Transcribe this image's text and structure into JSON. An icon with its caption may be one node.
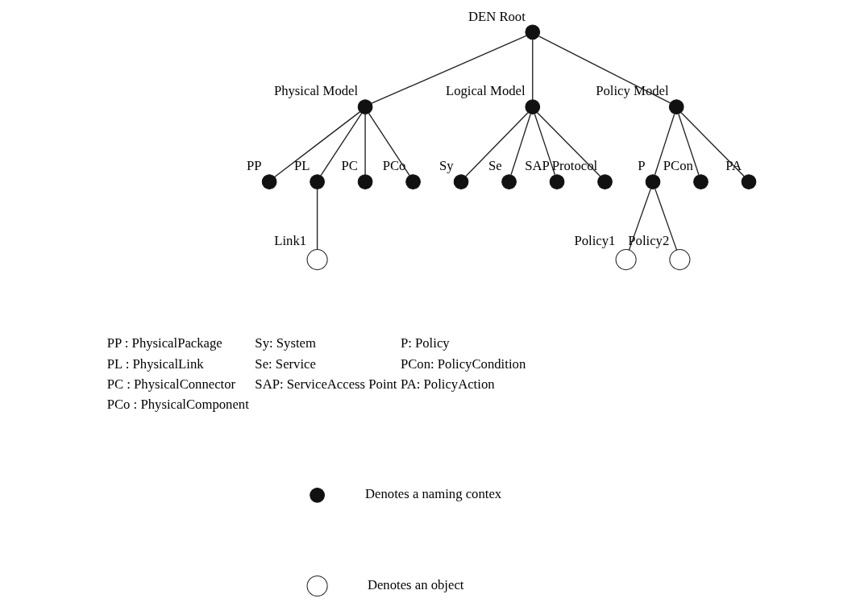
{
  "diagram": {
    "nodes": [
      {
        "text": [],
        "shape": "circle",
        "beside": [
          "DEN Root"
        ]
      },
      {
        "text": [],
        "shape": "circle",
        "beside": [
          "Physical Model"
        ]
      },
      {
        "text": [],
        "shape": "circle",
        "beside": [
          "Logical Model"
        ]
      },
      {
        "text": [],
        "shape": "circle",
        "beside": [
          "Policy Model"
        ]
      },
      {
        "text": [],
        "shape": "circle",
        "beside": [
          "PP"
        ]
      },
      {
        "text": [],
        "shape": "circle",
        "beside": [
          "PL"
        ]
      },
      {
        "text": [],
        "shape": "circle",
        "beside": [
          "PC"
        ]
      },
      {
        "text": [],
        "shape": "circle",
        "beside": [
          "PCo"
        ]
      },
      {
        "text": [],
        "shape": "circle",
        "beside": [
          "Sy"
        ]
      },
      {
        "text": [],
        "shape": "circle",
        "beside": [
          "Se"
        ]
      },
      {
        "text": [],
        "shape": "circle",
        "beside": [
          "SAP"
        ]
      },
      {
        "text": [],
        "shape": "circle",
        "beside": [
          "Protocol"
        ]
      },
      {
        "text": [],
        "shape": "circle",
        "beside": [
          "P"
        ]
      },
      {
        "text": [],
        "shape": "circle",
        "beside": [
          "PCon"
        ]
      },
      {
        "text": [],
        "shape": "circle",
        "beside": [
          "PA"
        ]
      },
      {
        "text": [],
        "shape": "circle",
        "beside": [
          "Link1"
        ]
      },
      {
        "text": [],
        "shape": "circle",
        "beside": [
          "Policy1"
        ]
      },
      {
        "text": [],
        "shape": "circle",
        "beside": [
          "Policy2"
        ]
      },
      {
        "text": [],
        "shape": "circle"
      },
      {
        "text": [],
        "shape": "circle"
      }
    ],
    "edges": [
      {
        "from": 0,
        "to": 1,
        "arrow": "none"
      },
      {
        "from": 0,
        "to": 2,
        "arrow": "none"
      },
      {
        "from": 0,
        "to": 3,
        "arrow": "none"
      },
      {
        "from": 1,
        "to": 4,
        "arrow": "none"
      },
      {
        "from": 1,
        "to": 5,
        "arrow": "none"
      },
      {
        "from": 1,
        "to": 6,
        "arrow": "none"
      },
      {
        "from": 1,
        "to": 7,
        "arrow": "none"
      },
      {
        "from": 2,
        "to": 8,
        "arrow": "none"
      },
      {
        "from": 2,
        "to": 9,
        "arrow": "none"
      },
      {
        "from": 2,
        "to": 10,
        "arrow": "none"
      },
      {
        "from": 2,
        "to": 11,
        "arrow": "none"
      },
      {
        "from": 3,
        "to": 12,
        "arrow": "none"
      },
      {
        "from": 3,
        "to": 13,
        "arrow": "none"
      },
      {
        "from": 3,
        "to": 14,
        "arrow": "none"
      },
      {
        "from": 5,
        "to": 15,
        "arrow": "none"
      },
      {
        "from": 12,
        "to": 16,
        "arrow": "none"
      },
      {
        "from": 12,
        "to": 17,
        "arrow": "none"
      }
    ],
    "labels": [
      "PP : PhysicalPackage",
      "Sy: System",
      "P: Policy",
      "PL : PhysicalLink",
      "Se: Service",
      "PCon: PolicyCondition",
      "PC : PhysicalConnector",
      "SAP: ServiceAccess Point",
      "PA: PolicyAction",
      "PCo : PhysicalComponent"
    ],
    "legend": [
      {
        "text": "Denotes a naming contex"
      },
      {
        "text": "Denotes an object"
      }
    ]
  }
}
